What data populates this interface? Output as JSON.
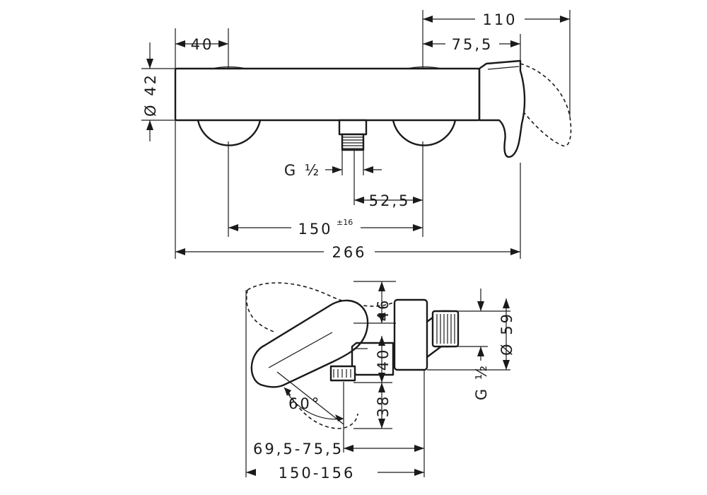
{
  "dimensions": {
    "top_view": {
      "d40": "40",
      "d42": "Ø 42",
      "d110": "110",
      "d75_5": "75,5",
      "thread": "G ½",
      "d52_5": "52,5",
      "d150": "150",
      "d150_tol": "±16",
      "d266": "266"
    },
    "side_view": {
      "d46": "46",
      "d40": "40",
      "d38": "38",
      "d59": "Ø 59",
      "thread": "G ½",
      "angle": "60°",
      "d69_75": "69,5-75,5",
      "d150_156": "150-156"
    }
  }
}
